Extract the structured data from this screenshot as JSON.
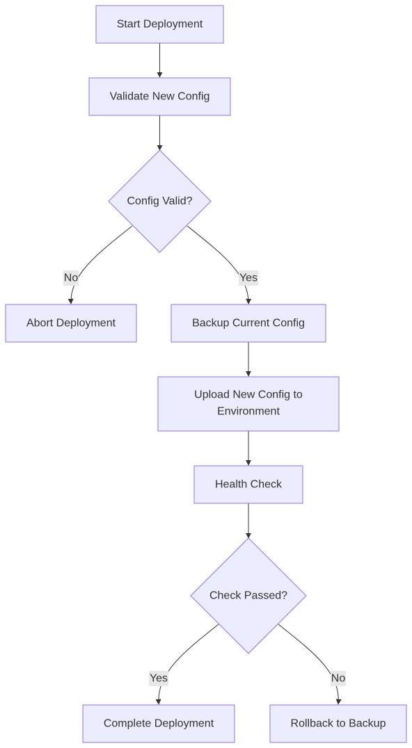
{
  "diagram": {
    "type": "flowchart",
    "colors": {
      "node_fill": "#ececff",
      "node_stroke": "#9370db",
      "edge": "#333333",
      "text": "#333333",
      "edge_label_bg": "#e8e8e8"
    },
    "nodes": {
      "start": {
        "label": "Start Deployment",
        "shape": "rect"
      },
      "validate": {
        "label": "Validate New Config",
        "shape": "rect"
      },
      "valid_q": {
        "label": "Config Valid?",
        "shape": "diamond"
      },
      "abort": {
        "label": "Abort Deployment",
        "shape": "rect"
      },
      "backup": {
        "label": "Backup Current Config",
        "shape": "rect"
      },
      "upload": {
        "label_line1": "Upload New Config to",
        "label_line2": "Environment",
        "shape": "rect"
      },
      "health": {
        "label": "Health Check",
        "shape": "rect"
      },
      "passed_q": {
        "label": "Check Passed?",
        "shape": "diamond"
      },
      "complete": {
        "label": "Complete Deployment",
        "shape": "rect"
      },
      "rollback": {
        "label": "Rollback to Backup",
        "shape": "rect"
      }
    },
    "edges": {
      "start_validate": {
        "from": "start",
        "to": "validate",
        "label": ""
      },
      "validate_valid": {
        "from": "validate",
        "to": "valid_q",
        "label": ""
      },
      "valid_abort": {
        "from": "valid_q",
        "to": "abort",
        "label": "No"
      },
      "valid_backup": {
        "from": "valid_q",
        "to": "backup",
        "label": "Yes"
      },
      "backup_upload": {
        "from": "backup",
        "to": "upload",
        "label": ""
      },
      "upload_health": {
        "from": "upload",
        "to": "health",
        "label": ""
      },
      "health_passed": {
        "from": "health",
        "to": "passed_q",
        "label": ""
      },
      "passed_complete": {
        "from": "passed_q",
        "to": "complete",
        "label": "Yes"
      },
      "passed_rollback": {
        "from": "passed_q",
        "to": "rollback",
        "label": "No"
      }
    }
  }
}
